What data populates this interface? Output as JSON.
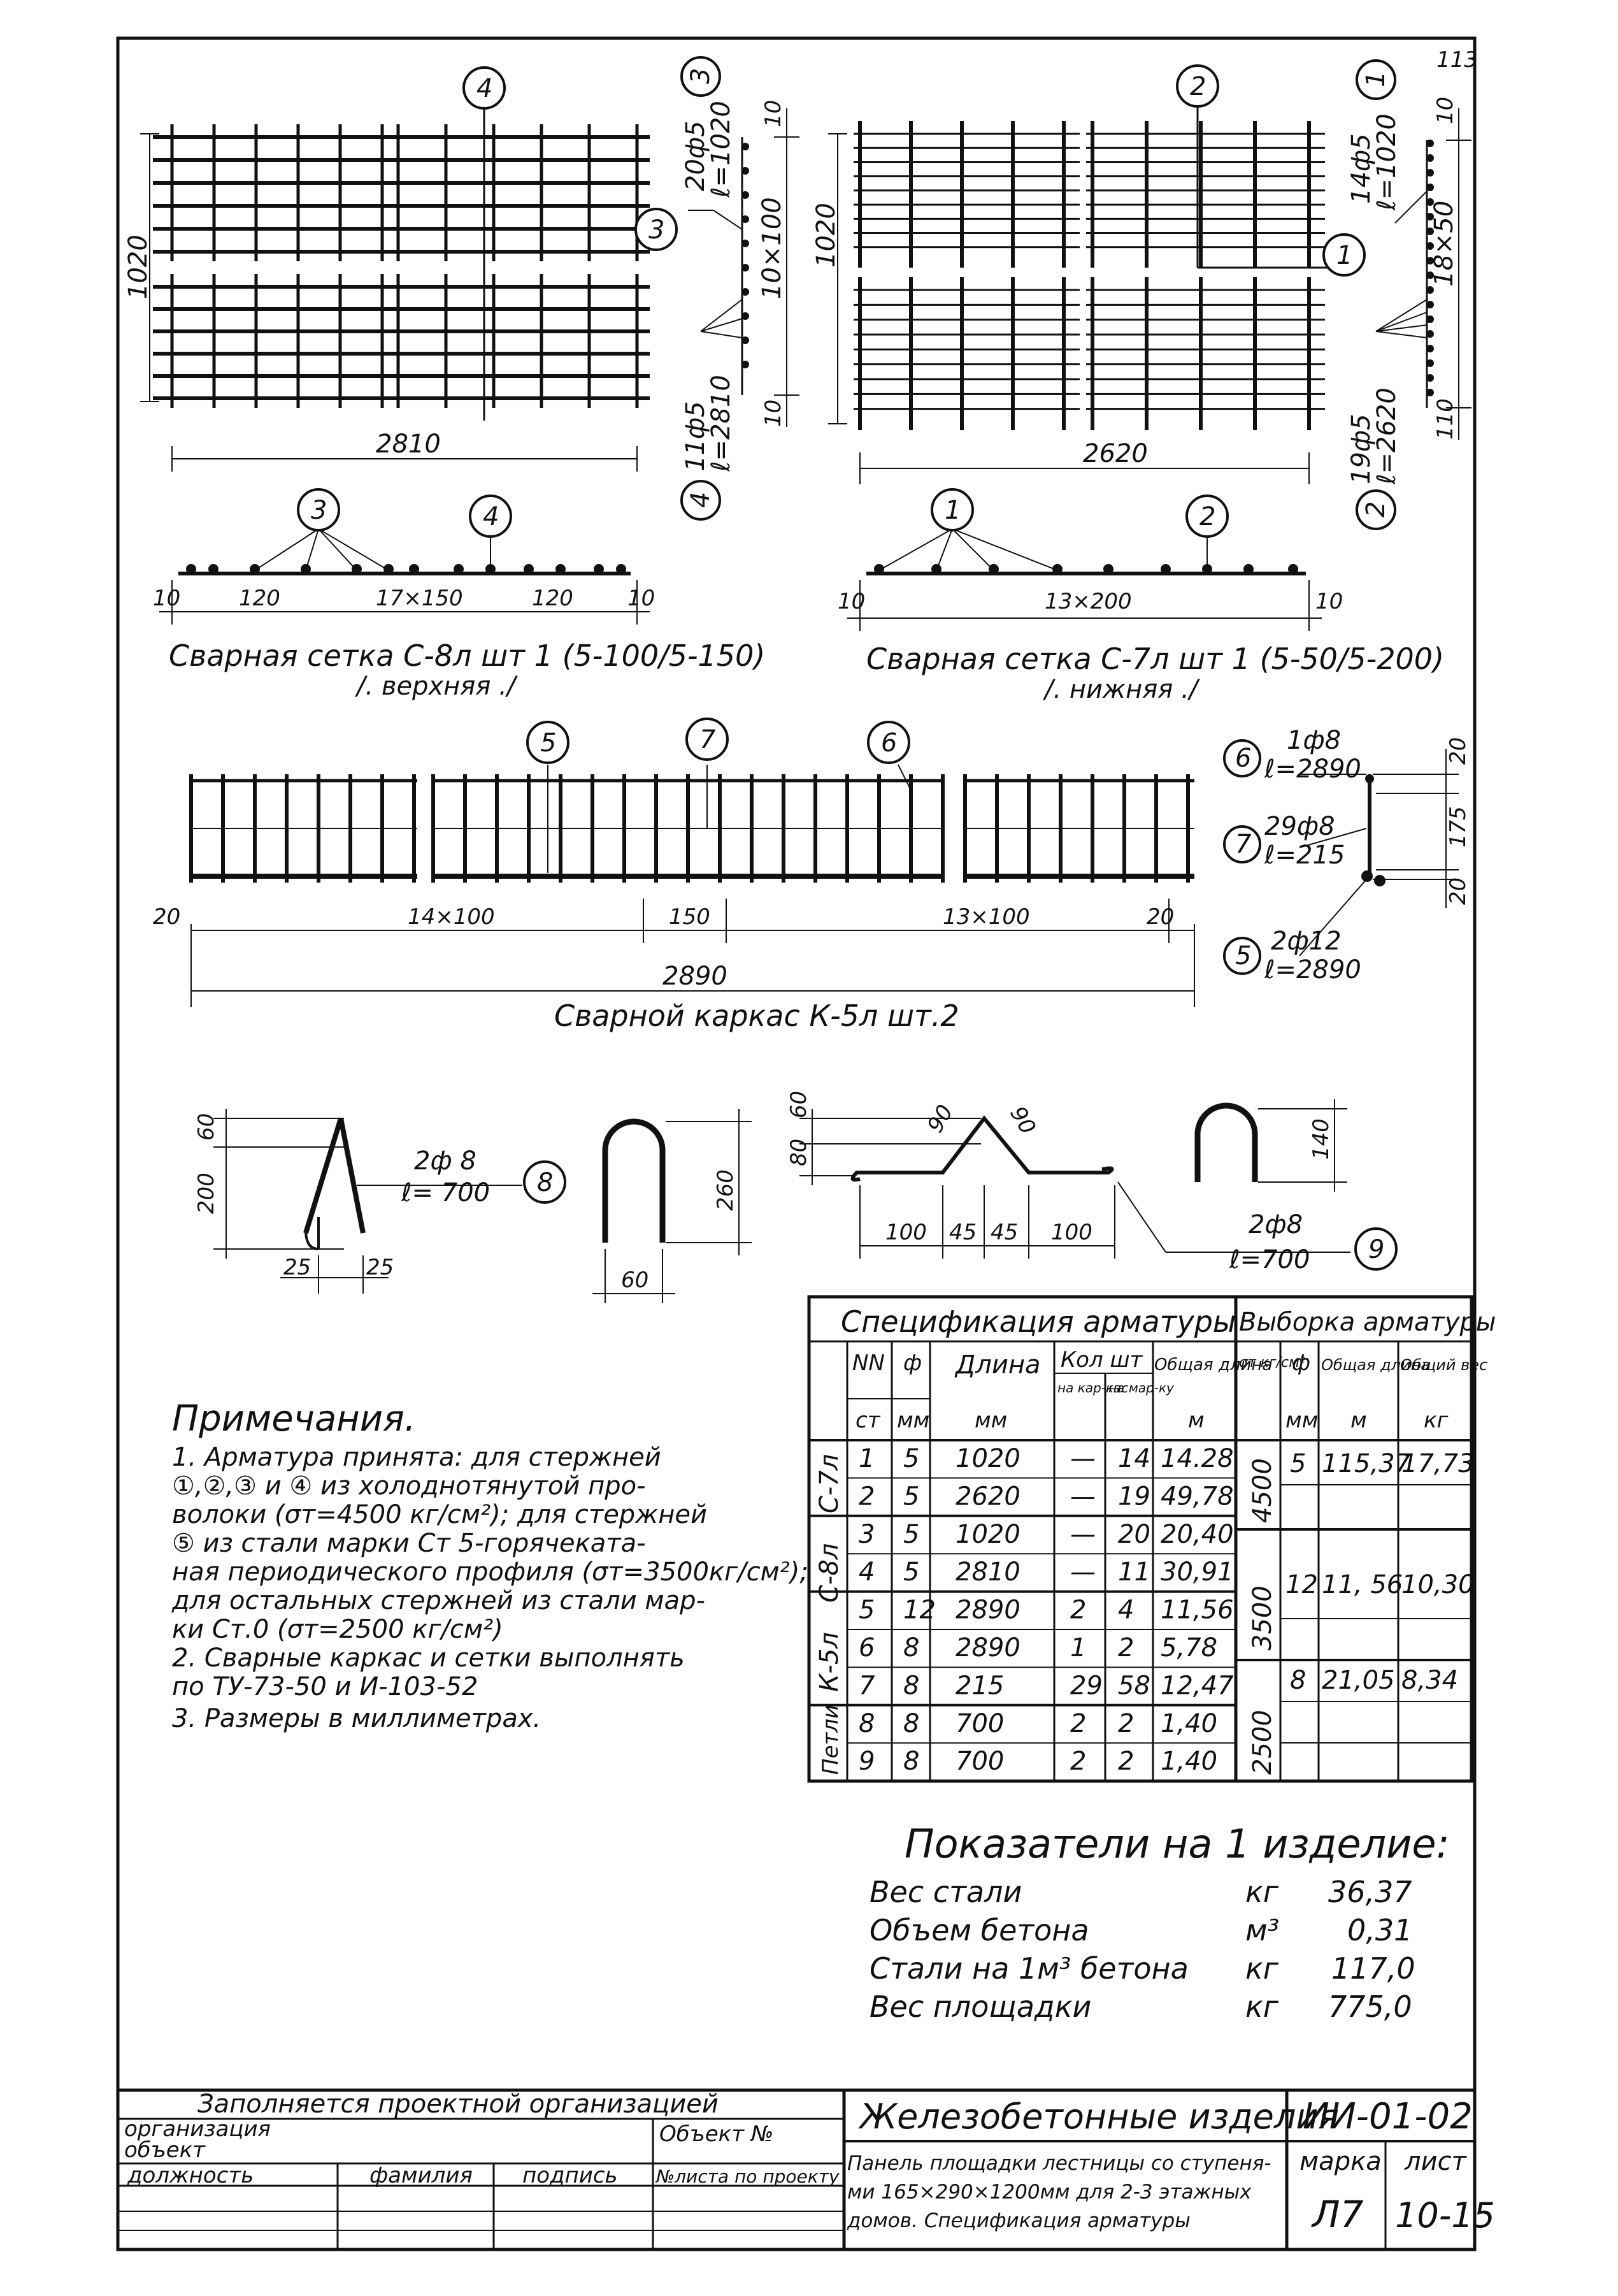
{
  "sheet_number": "113",
  "mesh_top": {
    "title": "Сварная сетка С-8л шт 1 (5-100/5-150)",
    "subtitle": "/. верхняя ./",
    "overall_width": "2810",
    "overall_height": "1020",
    "bar3_callout": [
      "20ф5",
      "ℓ=1020"
    ],
    "bar4_callout": [
      "11ф5",
      "ℓ=2810"
    ],
    "pitch_vertical": "10×100",
    "end_offset": "10",
    "section_dims": [
      "10",
      "120",
      "17×150",
      "120",
      "10"
    ],
    "markers": [
      "3",
      "4"
    ]
  },
  "mesh_bottom": {
    "title": "Сварная сетка С-7л шт 1 (5-50/5-200)",
    "subtitle": "/. нижняя ./",
    "overall_width": "2620",
    "overall_height": "1020",
    "bar1_callout": [
      "14ф5",
      "ℓ=1020"
    ],
    "bar2_callout": [
      "19ф5",
      "ℓ=2620"
    ],
    "pitch_vertical": "18×50",
    "end_offset": "10",
    "end_offset_bottom": "110",
    "section_dims": [
      "10",
      "13×200",
      "10"
    ],
    "markers": [
      "1",
      "2"
    ]
  },
  "frame": {
    "title": "Сварной каркас К-5л шт.2",
    "dims": [
      "20",
      "14×100",
      "150",
      "13×100",
      "20"
    ],
    "overall": "2890",
    "markers": [
      "5",
      "7",
      "6"
    ],
    "section": {
      "bar6": [
        "1ф8",
        "ℓ=2890"
      ],
      "bar7": [
        "29ф8",
        "ℓ=215"
      ],
      "bar5": [
        "2ф12",
        "ℓ=2890"
      ],
      "heights": [
        "20",
        "175",
        "20"
      ]
    }
  },
  "loops": {
    "loop8": {
      "callout": [
        "2ф 8",
        "ℓ= 700"
      ],
      "marker": "8",
      "dims": [
        "60",
        "200",
        "25",
        "25",
        "260",
        "60"
      ]
    },
    "loop9": {
      "callout": [
        "2ф8",
        "ℓ=700"
      ],
      "marker": "9",
      "dims": [
        "80",
        "60",
        "90",
        "90",
        "100",
        "45",
        "45",
        "100",
        "140"
      ]
    }
  },
  "notes": {
    "title": "Примечания.",
    "lines": [
      "1. Арматура принята: для стержней",
      "①,②,③ и ④ из холоднотянутой про-",
      "волоки (σт=4500 кг/см²); для стержней",
      "⑤ из стали марки Ст 5-горячеката-",
      "ная периодического профиля (σт=3500кг/см²);",
      "для остальных стержней из стали мар-",
      "ки Ст.0 (σт=2500 кг/см²)",
      "2. Сварные каркас и сетки выполнять",
      "по ТУ-73-50 и И-103-52",
      "3. Размеры в миллиметрах."
    ]
  },
  "spec_table": {
    "title": "Спецификация арматуры",
    "headers": {
      "nn": "NN",
      "st": "ст",
      "phi": "ф",
      "mm": "мм",
      "length": "Длина",
      "length_unit": "мм",
      "qty": "Кол шт",
      "qty_frame": "на кар-кас",
      "qty_mark": "на мар-ку",
      "total": "Общая длина",
      "total_unit": "м"
    },
    "groups": [
      "С-7л",
      "С-8л",
      "К-5л",
      "Петли"
    ],
    "rows": [
      [
        "1",
        "5",
        "1020",
        "—",
        "14",
        "14.28"
      ],
      [
        "2",
        "5",
        "2620",
        "—",
        "19",
        "49,78"
      ],
      [
        "3",
        "5",
        "1020",
        "—",
        "20",
        "20,40"
      ],
      [
        "4",
        "5",
        "2810",
        "—",
        "11",
        "30,91"
      ],
      [
        "5",
        "12",
        "2890",
        "2",
        "4",
        "11,56"
      ],
      [
        "6",
        "8",
        "2890",
        "1",
        "2",
        "5,78"
      ],
      [
        "7",
        "8",
        "215",
        "29",
        "58",
        "12,47"
      ],
      [
        "8",
        "8",
        "700",
        "2",
        "2",
        "1,40"
      ],
      [
        "9",
        "8",
        "700",
        "2",
        "2",
        "1,40"
      ]
    ]
  },
  "selection_table": {
    "title": "Выборка арматуры",
    "headers": {
      "sigma": "σт кг/см²",
      "phi": "ф",
      "mm": "мм",
      "total_length": "Общая длина",
      "total_length_unit": "м",
      "total_weight": "Общий вес",
      "total_weight_unit": "кг"
    },
    "rows": [
      {
        "sigma": "4500",
        "phi": "5",
        "length": "115,37",
        "weight": "17,73"
      },
      {
        "sigma": "3500",
        "phi": "12",
        "length": "11, 56",
        "weight": "10,30"
      },
      {
        "sigma": "2500",
        "phi": "8",
        "length": "21,05",
        "weight": "8,34"
      }
    ]
  },
  "indicators": {
    "title": "Показатели на 1 изделие:",
    "rows": [
      {
        "label": "Вес стали",
        "unit": "кг",
        "value": "36,37"
      },
      {
        "label": "Объем бетона",
        "unit": "м³",
        "value": "0,31"
      },
      {
        "label": "Стали на 1м³ бетона",
        "unit": "кг",
        "value": "117,0"
      },
      {
        "label": "Вес площадки",
        "unit": "кг",
        "value": "775,0"
      }
    ]
  },
  "title_block": {
    "filled_by": "Заполняется проектной организацией",
    "org": "организация",
    "object": "объект",
    "object_no": "Объект №",
    "position": "должность",
    "surname": "фамилия",
    "signature": "подпись",
    "sheet_per_project": "№листа по проекту",
    "product_class": "Железобетонные изделия",
    "series": "ИИ-01-02",
    "description": [
      "Панель площадки лестницы со ступеня-",
      "ми 165×290×1200мм для 2-3 этажных",
      "домов. Спецификация арматуры"
    ],
    "mark_label": "марка",
    "sheet_label": "лист",
    "mark": "Л7",
    "sheet": "10-15"
  }
}
